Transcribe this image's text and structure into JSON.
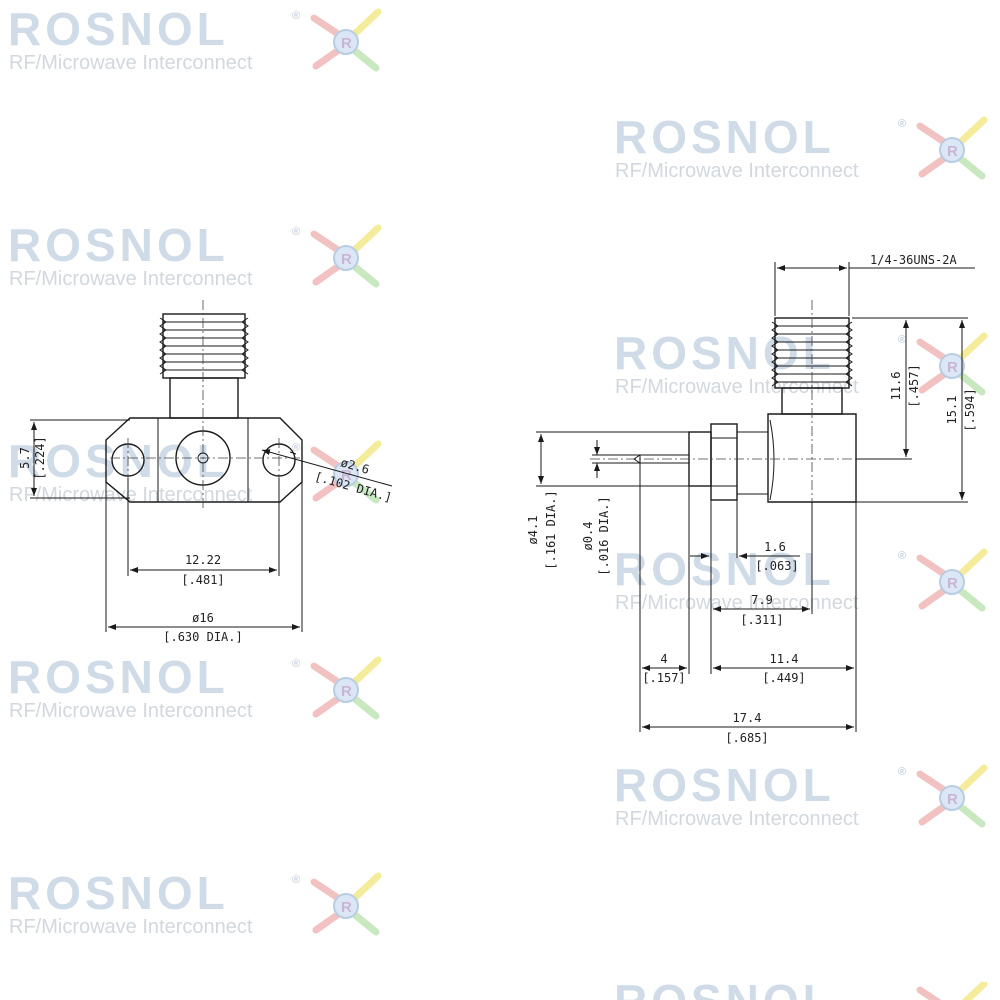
{
  "watermark": {
    "brand": "ROSNOL",
    "registered": "®",
    "tagline": "RF/Microwave Interconnect",
    "logo_icon": "r-star-logo-icon"
  },
  "dimensions": {
    "thread": "1/4-36UNS-2A",
    "d_11_6": "11.6",
    "d_457": "[.457]",
    "d_15_1": "15.1",
    "d_594": "[.594]",
    "d_5_7": "5.7",
    "d_224": "[.224]",
    "d_2_6": "ø2.6",
    "d_102": "[.102 DIA.]",
    "d_12_22": "12.22",
    "d_481": "[.481]",
    "d_16": "ø16",
    "d_630": "[.630 DIA.]",
    "d_4_1": "ø4.1",
    "d_161": "[.161 DIA.]",
    "d_0_4": "ø0.4",
    "d_016": "[.016 DIA.]",
    "d_1_6": "1.6",
    "d_063": "[.063]",
    "d_7_9": "7.9",
    "d_311": "[.311]",
    "d_4": "4",
    "d_157": "[.157]",
    "d_11_4": "11.4",
    "d_449": "[.449]",
    "d_17_4": "17.4",
    "d_685": "[.685]"
  }
}
